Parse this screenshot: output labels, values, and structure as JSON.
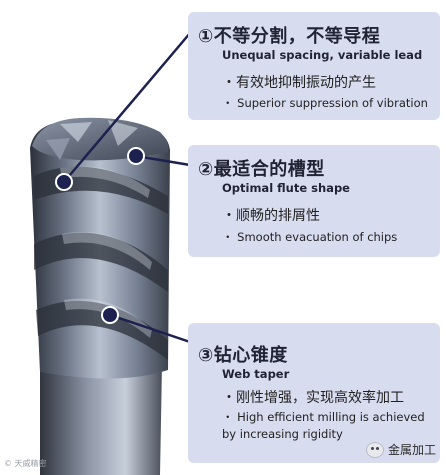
{
  "features": [
    {
      "title_zh": "①不等分割，不等导程",
      "title_en": "Unequal spacing, variable lead",
      "point_zh": "・有效地抑制振动的产生",
      "point_en": "・ Superior suppression of vibration"
    },
    {
      "title_zh": "②最适合的槽型",
      "title_en": "Optimal flute shape",
      "point_zh": "・顺畅的排屑性",
      "point_en": "・ Smooth evacuation of chips"
    },
    {
      "title_zh": "③钻心锥度",
      "title_en": "Web taper",
      "point_zh": "・刚性增强，实现高效率加工",
      "point_en_1": "・ High efficient milling is achieved",
      "point_en_2": "by increasing rigidity"
    }
  ],
  "watermark": "© 天威精密",
  "brand": "金属加工",
  "colors": {
    "panel": "#d8dcef",
    "tool_dark": "#3d4452",
    "tool_light": "#a9b2c2",
    "callout": "#1c2150"
  },
  "icons": [
    "end-mill-tool-image",
    "callout-dot-icon",
    "brand-logo-icon"
  ]
}
